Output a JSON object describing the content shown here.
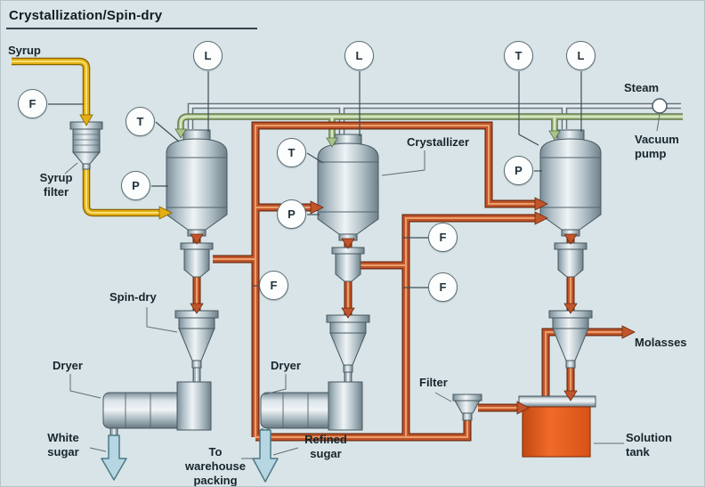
{
  "title": "Crystallization/Spin-dry",
  "labels": {
    "syrup": "Syrup",
    "syrup_filter": "Syrup filter",
    "steam": "Steam",
    "vacuum_pump": "Vacuum pump",
    "crystallizer": "Crystallizer",
    "spin_dry": "Spin-dry",
    "dryer_1": "Dryer",
    "dryer_2": "Dryer",
    "white_sugar": "White sugar",
    "to_warehouse": "To warehouse packing",
    "refined_sugar": "Refined sugar",
    "filter": "Filter",
    "molasses": "Molasses",
    "solution_tank": "Solution tank"
  },
  "instruments": [
    {
      "id": "flow-indicator-syrup",
      "letter": "F"
    },
    {
      "id": "temperature-indicator-1",
      "letter": "T"
    },
    {
      "id": "pressure-indicator-1",
      "letter": "P"
    },
    {
      "id": "level-indicator-1",
      "letter": "L"
    },
    {
      "id": "temperature-indicator-2",
      "letter": "T"
    },
    {
      "id": "pressure-indicator-2",
      "letter": "P"
    },
    {
      "id": "level-indicator-2",
      "letter": "L"
    },
    {
      "id": "temperature-indicator-3",
      "letter": "T"
    },
    {
      "id": "pressure-indicator-3",
      "letter": "P"
    },
    {
      "id": "level-indicator-3",
      "letter": "L"
    },
    {
      "id": "flow-indicator-1",
      "letter": "F"
    },
    {
      "id": "flow-indicator-2",
      "letter": "F"
    },
    {
      "id": "flow-indicator-3",
      "letter": "F"
    }
  ],
  "colors": {
    "background": "#d8e4e7",
    "pipe_syrup": "#e4ae14",
    "pipe_product": "#c2552b",
    "pipe_steam": "#a9c48b",
    "pipe_vacuum": "#c6d1d7",
    "solution_tank": "#e85c21",
    "output_arrow": "#b5d6e2"
  }
}
